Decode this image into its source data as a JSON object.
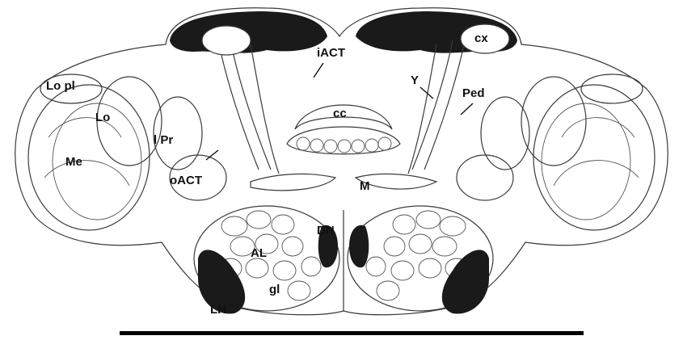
{
  "labels": {
    "lo_pl": "Lo pl",
    "lo": "Lo",
    "me": "Me",
    "i_pr": "l Pr",
    "oact": "oACT",
    "iact": "iACT",
    "cc": "cc",
    "cx": "cx",
    "gamma": "Y",
    "ped": "Ped",
    "al": "AL",
    "gl": "gl",
    "dn": "DN",
    "lh": "LH",
    "m": "M"
  },
  "colors": {
    "line": "#3a3a3a",
    "fill_dark": "#1a1a1a",
    "background": "#ffffff",
    "scale_bar": "#000000"
  }
}
